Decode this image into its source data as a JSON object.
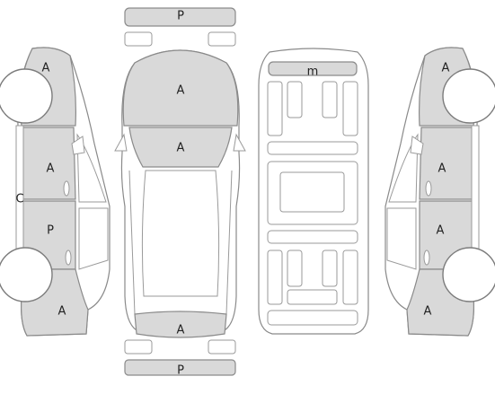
{
  "labels": {
    "front_bumper": "P",
    "rear_bumper": "P",
    "hood": "A",
    "windshield": "A",
    "tailgate": "A",
    "roof_interior": "m",
    "left_front_fender": "A",
    "left_front_door": "A",
    "left_pillar": "C",
    "left_rear_door": "P",
    "left_rear_quarter": "A",
    "right_front_fender": "A",
    "right_front_door": "A",
    "right_rear_door": "A",
    "right_rear_quarter": "A"
  },
  "colors": {
    "damaged_fill": "#d9d9d9",
    "outline": "#8a8a8a",
    "background": "#ffffff"
  }
}
